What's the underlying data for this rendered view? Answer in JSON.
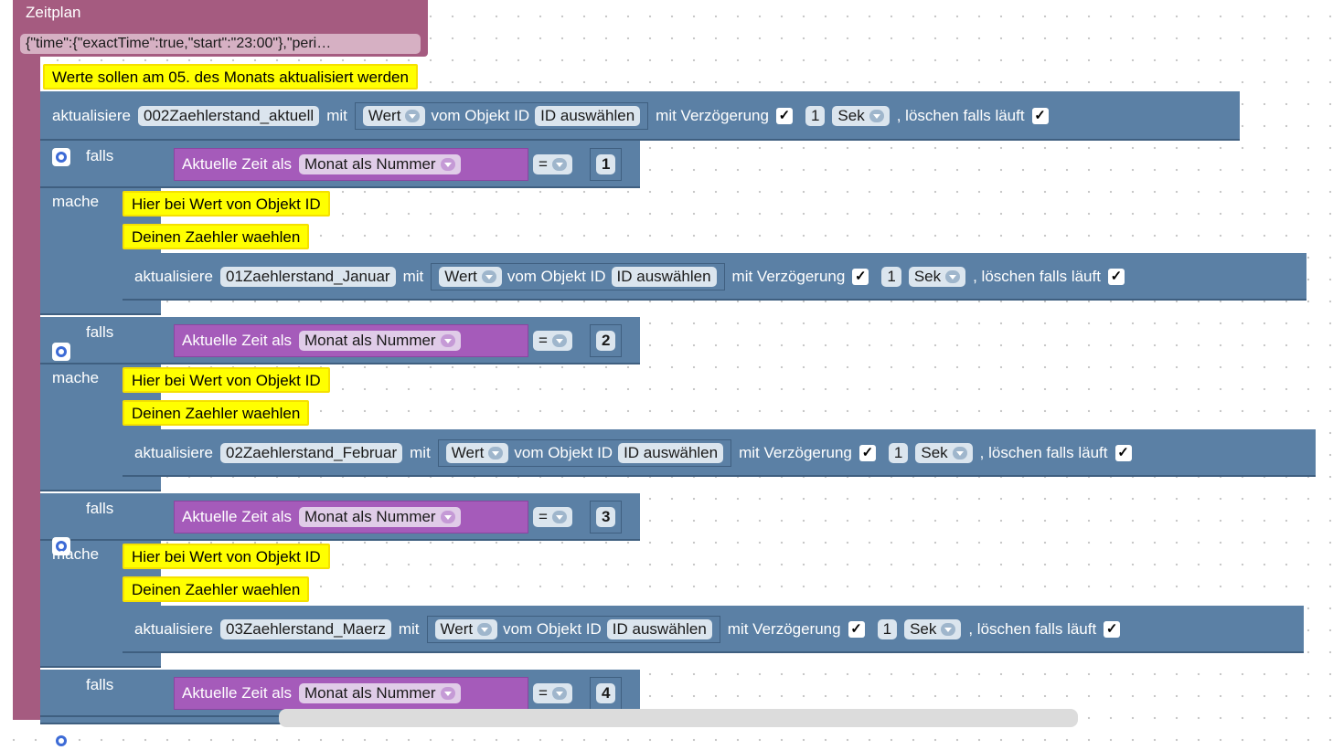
{
  "schedule": {
    "title": "Zeitplan",
    "json": "{\"time\":{\"exactTime\":true,\"start\":\"23:00\"},\"peri…"
  },
  "top_comment": "Werte sollen am 05. des Monats aktualisiert werden",
  "main_update": {
    "label": "aktualisiere",
    "var": "002Zaehlerstand_aktuell",
    "mit": "mit",
    "value_dropdown": "Wert",
    "obj_label": "vom Objekt ID",
    "obj_select": "ID auswählen",
    "delay_label": "mit Verzögerung",
    "delay_value": "1",
    "unit": "Sek",
    "clear_label": ", löschen falls läuft"
  },
  "labels": {
    "falls": "falls",
    "mache": "mache",
    "time_label": "Aktuelle Zeit als",
    "time_option": "Monat als Nummer",
    "op": "=",
    "comment1": "Hier bei Wert von Objekt ID",
    "comment2": "Deinen Zaehler waehlen",
    "update": "aktualisiere",
    "mit": "mit",
    "wert": "Wert",
    "obj_label": "vom Objekt ID",
    "obj_select": "ID auswählen",
    "delay_label": "mit Verzögerung",
    "delay_value": "1",
    "unit": "Sek",
    "clear_label": ", löschen falls läuft",
    "check": "✓"
  },
  "blocks": [
    {
      "month": "1",
      "var": "01Zaehlerstand_Januar"
    },
    {
      "month": "2",
      "var": "02Zaehlerstand_Februar"
    },
    {
      "month": "3",
      "var": "03Zaehlerstand_Maerz"
    },
    {
      "month": "4",
      "var": ""
    }
  ]
}
